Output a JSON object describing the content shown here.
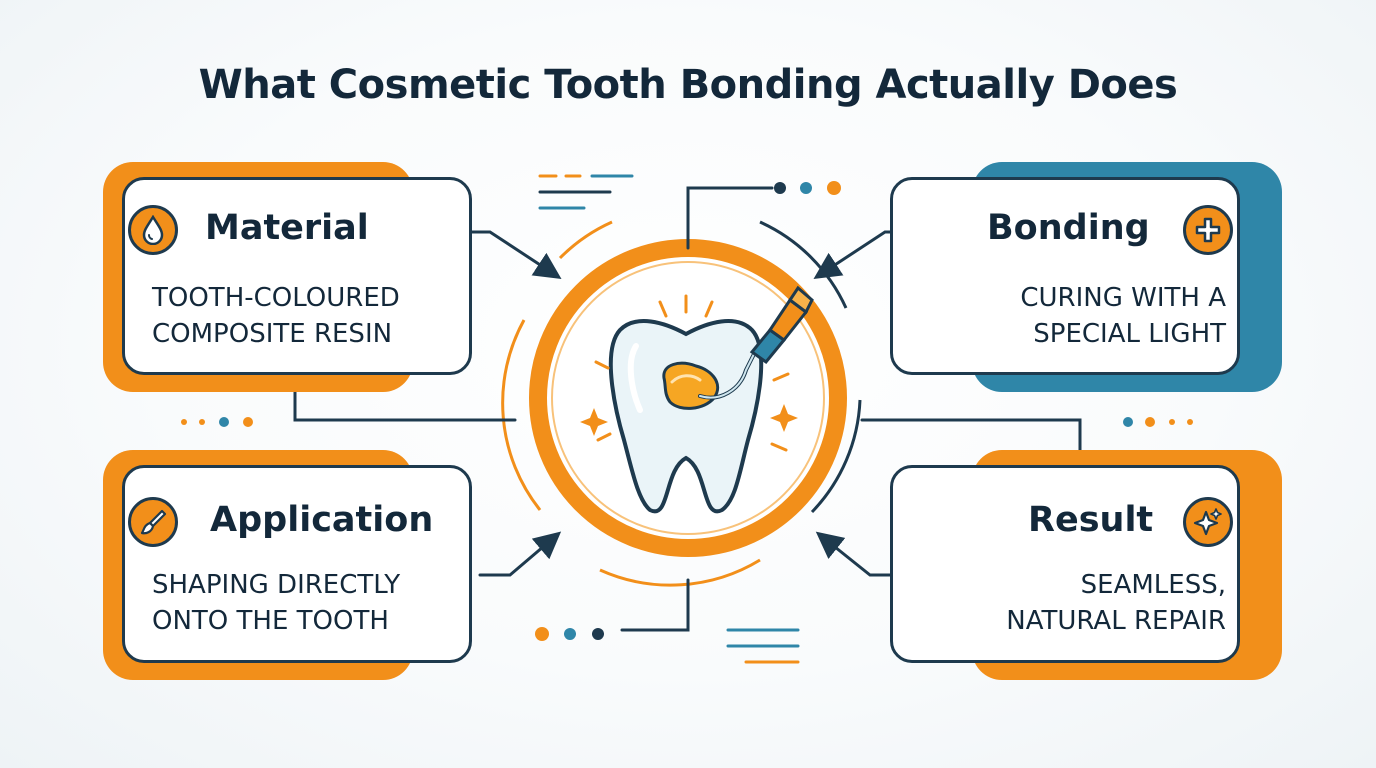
{
  "title": "What Cosmetic Tooth Bonding Actually Does",
  "colors": {
    "orange": "#f28f1a",
    "teal": "#2f86a8",
    "navy": "#1e3a4e",
    "resin": "#f6a623"
  },
  "cards": [
    {
      "id": "material",
      "title": "Material",
      "description": [
        "TOOTH-COLOURED",
        "COMPOSITE RESIN"
      ],
      "icon": "droplet-icon",
      "accent": "#f28f1a"
    },
    {
      "id": "bonding",
      "title": "Bonding",
      "description": [
        "CURING WITH A",
        "SPECIAL LIGHT"
      ],
      "icon": "plus-icon",
      "accent": "#2f86a8"
    },
    {
      "id": "application",
      "title": "Application",
      "description": [
        "SHAPING DIRECTLY",
        "ONTO THE TOOTH"
      ],
      "icon": "paintbrush-icon",
      "accent": "#f28f1a"
    },
    {
      "id": "result",
      "title": "Result",
      "description": [
        "SEAMLESS,",
        "NATURAL REPAIR"
      ],
      "icon": "sparkle-icon",
      "accent": "#f28f1a"
    }
  ],
  "center": {
    "icon": "tooth-icon",
    "tool_icon": "dental-tool-icon"
  }
}
